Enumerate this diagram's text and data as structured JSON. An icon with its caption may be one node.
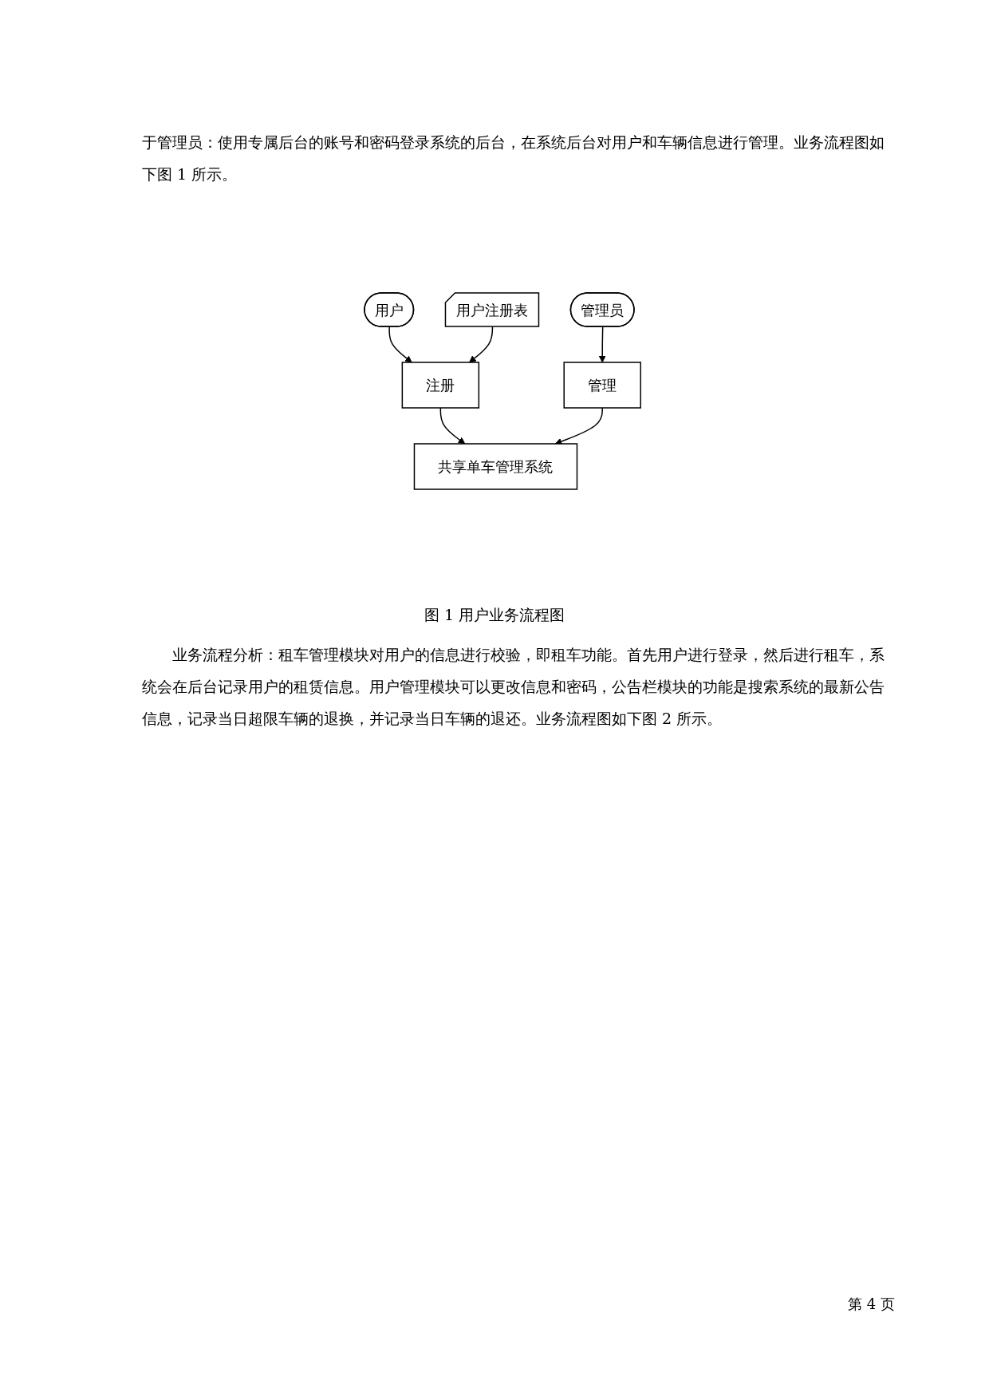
{
  "diagram": {
    "caption": "图 1 用户业务流程图",
    "nodes": [
      {
        "text": [
          "用户"
        ]
      },
      {
        "text": [
          "注册"
        ]
      },
      {
        "text": [
          "用户注册表"
        ]
      },
      {
        "text": [
          "共享单车管理系统"
        ]
      },
      {
        "text": [
          "管理"
        ]
      },
      {
        "text": [
          "管理员"
        ]
      }
    ],
    "edges": [
      {
        "from": 0,
        "to": 1,
        "arrow": "to"
      },
      {
        "from": 2,
        "to": 1,
        "arrow": "to"
      },
      {
        "from": 1,
        "to": 3,
        "arrow": "to"
      },
      {
        "from": 4,
        "to": 3,
        "arrow": "to"
      },
      {
        "from": 5,
        "to": 4,
        "arrow": "to"
      }
    ],
    "labels": [
      "于管理员：使用专属后台的账号和密码登录系统的后台，在系统后台对用户和车辆信息进行管理。业务流程图如下图 1 所示。",
      "业务流程分析：租车管理模块对用户的信息进行校验，即租车功能。首先用户进行登录，然后进行租车，系统会在后台记录用户的租赁信息。用户管理模块可以更改信息和密码，公告栏模块的功能是搜索系统的最新公告信息，记录当日超限车辆的退换，并记录当日车辆的退还。业务流程图如下图 2 所示。",
      "第 4 页"
    ]
  }
}
